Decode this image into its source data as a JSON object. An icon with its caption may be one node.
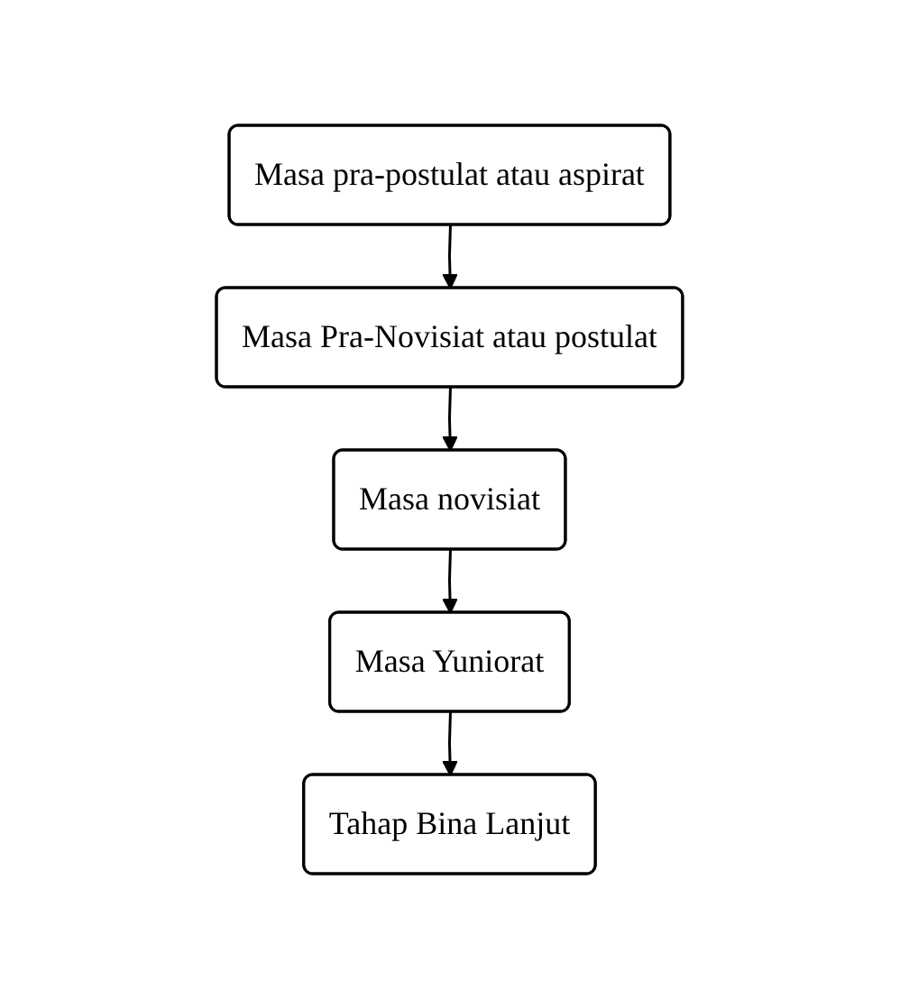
{
  "diagram": {
    "nodes": [
      {
        "text": [
          "Masa pra-postulat atau aspirat"
        ]
      },
      {
        "text": [
          "Masa Pra-Novisiat atau postulat"
        ]
      },
      {
        "text": [
          "Masa novisiat"
        ]
      },
      {
        "text": [
          "Masa Yuniorat"
        ]
      },
      {
        "text": [
          "Tahap Bina Lanjut"
        ]
      }
    ],
    "edges": [
      {
        "from": 0,
        "to": 1,
        "arrow": "to"
      },
      {
        "from": 1,
        "to": 2,
        "arrow": "to"
      },
      {
        "from": 2,
        "to": 3,
        "arrow": "to"
      },
      {
        "from": 3,
        "to": 4,
        "arrow": "to"
      }
    ]
  }
}
